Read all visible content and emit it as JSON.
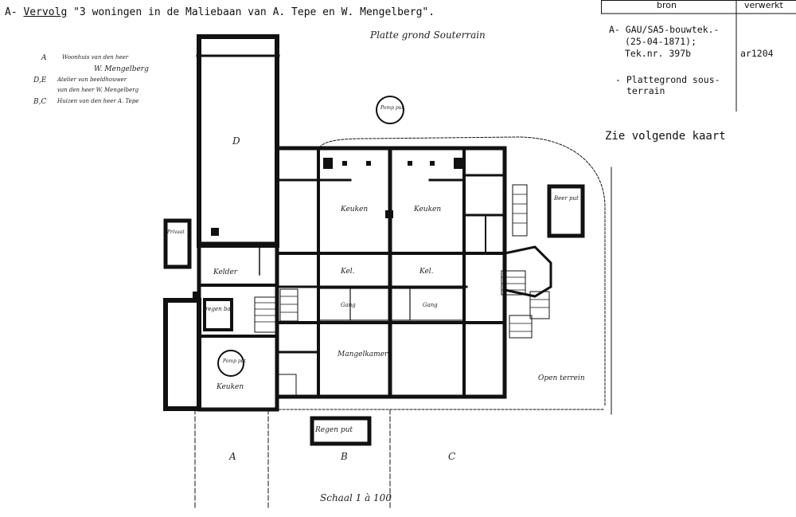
{
  "header": {
    "prefix": "A-",
    "vervolg": "Vervolg",
    "title_rest": "\"3 woningen in de Maliebaan van A. Tepe en W. Mengelberg\"."
  },
  "source_table": {
    "col_bron": "bron",
    "col_verwerkt": "verwerkt",
    "source_lines": [
      "A- GAU/SA5-bouwtek.-",
      "(25-04-1871);",
      "Tek.nr. 397b"
    ],
    "description_lines": [
      "- Plattegrond sous-",
      "terrain"
    ],
    "ref": "ar1204"
  },
  "note": "Zie volgende kaart",
  "plan": {
    "title": "Platte grond Souterrain",
    "scale": "Schaal 1 à 100",
    "legend": [
      {
        "key": "A",
        "line1": "Woonhuis van den heer",
        "line2": "W. Mengelberg"
      },
      {
        "key": "D,E",
        "line1": "Atelier van beeldhouwer",
        "line2": "van den heer W. Mengelberg"
      },
      {
        "key": "B,C",
        "line1": "Huizen van den heer A. Tepe",
        "line2": ""
      }
    ],
    "wing_letter": "D",
    "letters": {
      "a": "A",
      "b": "B",
      "c": "C"
    },
    "rooms": {
      "keuken_left": "Keuken",
      "keuken_right": "Keuken",
      "keuken_bottom": "Keuken",
      "kel_left": "Kel.",
      "kel_right": "Kel.",
      "gang_left": "Gang",
      "gang_right": "Gang",
      "mangelkamer": "Mangelkamer",
      "kelder": "Kelder",
      "pomp_put": "Pomp put",
      "regen_bak": "regen bak",
      "regen_put": "Regen put",
      "beer_put": "Beer put",
      "privaat": "Privaat",
      "open_terrein": "Open terrein"
    }
  }
}
